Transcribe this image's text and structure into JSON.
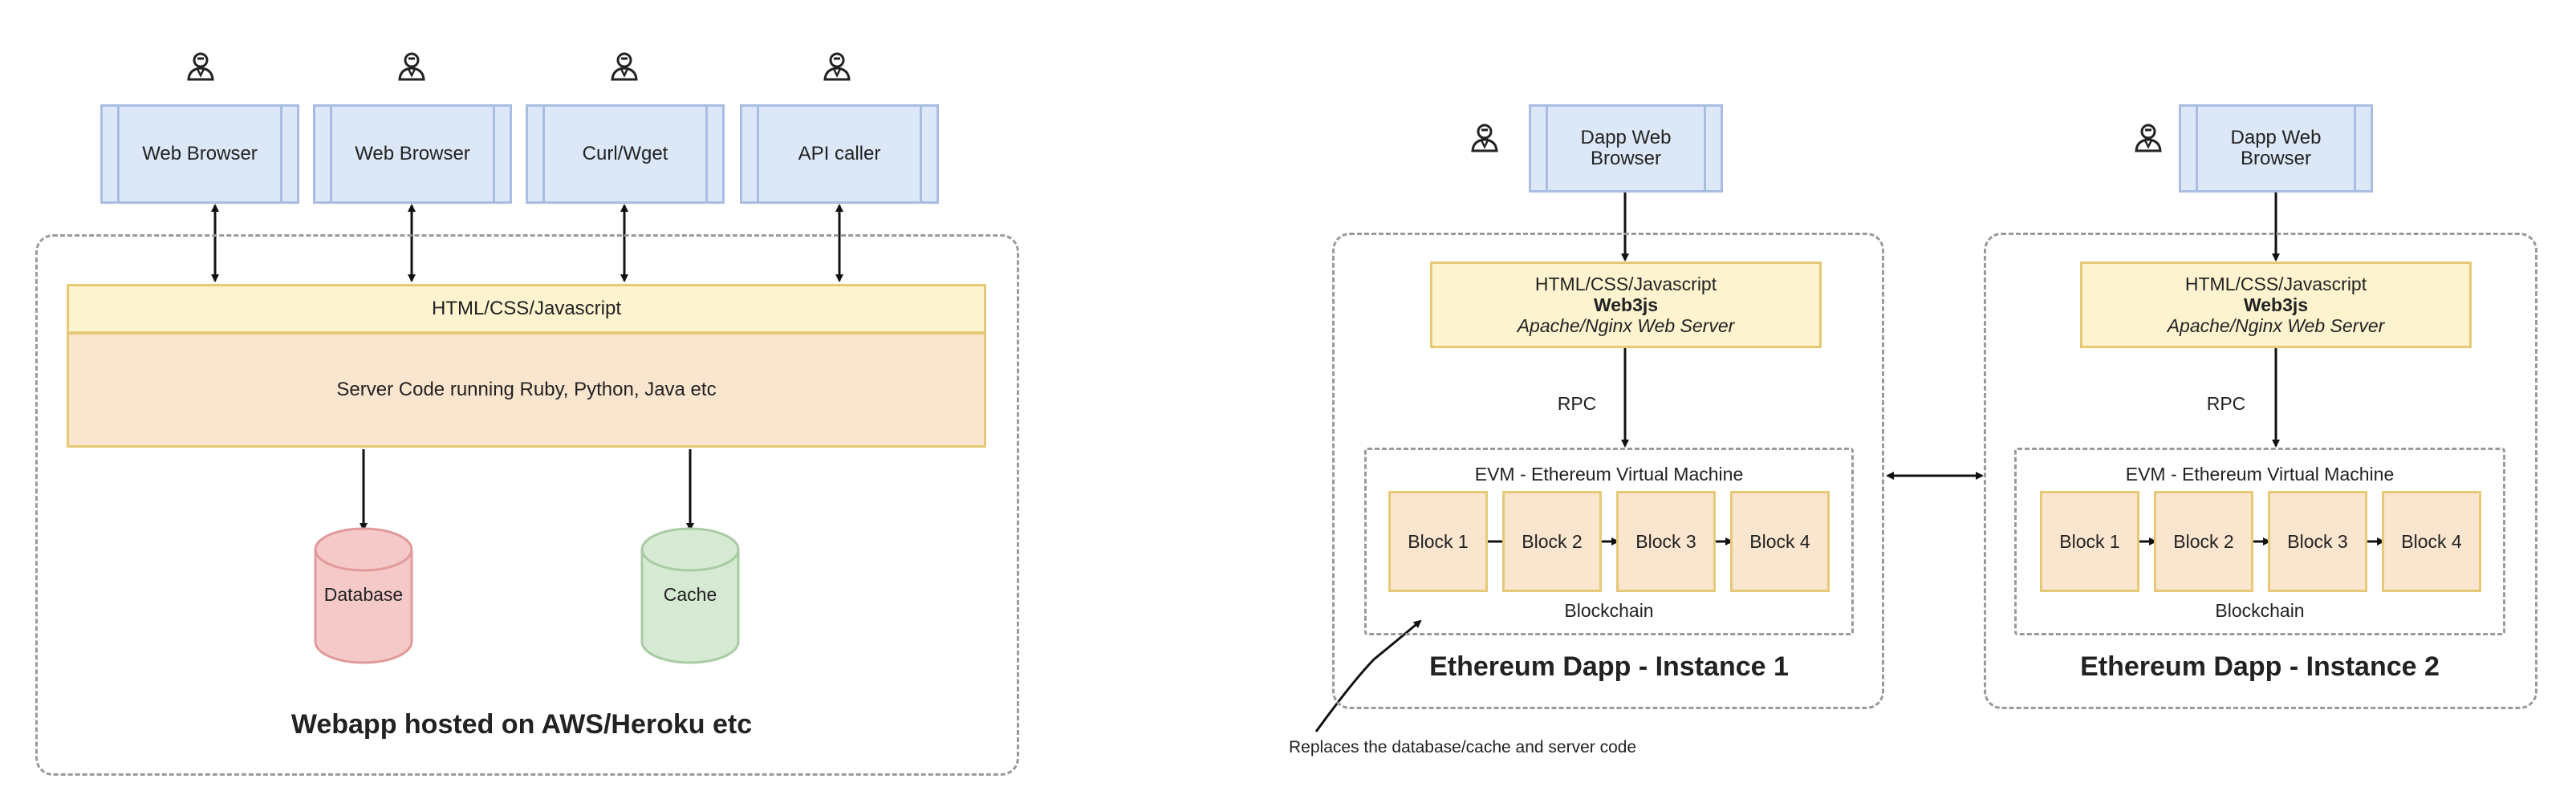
{
  "left": {
    "clients": [
      {
        "label": "Web Browser"
      },
      {
        "label": "Web Browser"
      },
      {
        "label": "Curl/Wget"
      },
      {
        "label": "API caller"
      }
    ],
    "html_layer": "HTML/CSS/Javascript",
    "server_layer": "Server Code running Ruby, Python, Java etc",
    "database": "Database",
    "cache": "Cache",
    "title": "Webapp hosted on AWS/Heroku etc"
  },
  "instances": [
    {
      "client": "Dapp Web Browser",
      "web_line1": "HTML/CSS/Javascript",
      "web_line2": "Web3js",
      "web_line3": "Apache/Nginx Web Server",
      "rpc": "RPC",
      "evm": "EVM - Ethereum Virtual Machine",
      "blocks": [
        "Block 1",
        "Block 2",
        "Block 3",
        "Block 4"
      ],
      "blockchain": "Blockchain",
      "title": "Ethereum Dapp - Instance 1"
    },
    {
      "client": "Dapp Web Browser",
      "web_line1": "HTML/CSS/Javascript",
      "web_line2": "Web3js",
      "web_line3": "Apache/Nginx Web Server",
      "rpc": "RPC",
      "evm": "EVM - Ethereum Virtual Machine",
      "blocks": [
        "Block 1",
        "Block 2",
        "Block 3",
        "Block 4"
      ],
      "blockchain": "Blockchain",
      "title": "Ethereum Dapp - Instance 2"
    }
  ],
  "annotation": "Replaces the database/cache and server code",
  "colors": {
    "client_fill": "#dce8f8",
    "client_stroke": "#a9bde0",
    "web_fill": "#fdf3cf",
    "server_fill": "#fae5cf",
    "accent_stroke": "#e5c976",
    "database_fill": "#f6c9c9",
    "database_stroke": "#e09a9a",
    "cache_fill": "#d6ead3",
    "cache_stroke": "#a8cba3"
  }
}
